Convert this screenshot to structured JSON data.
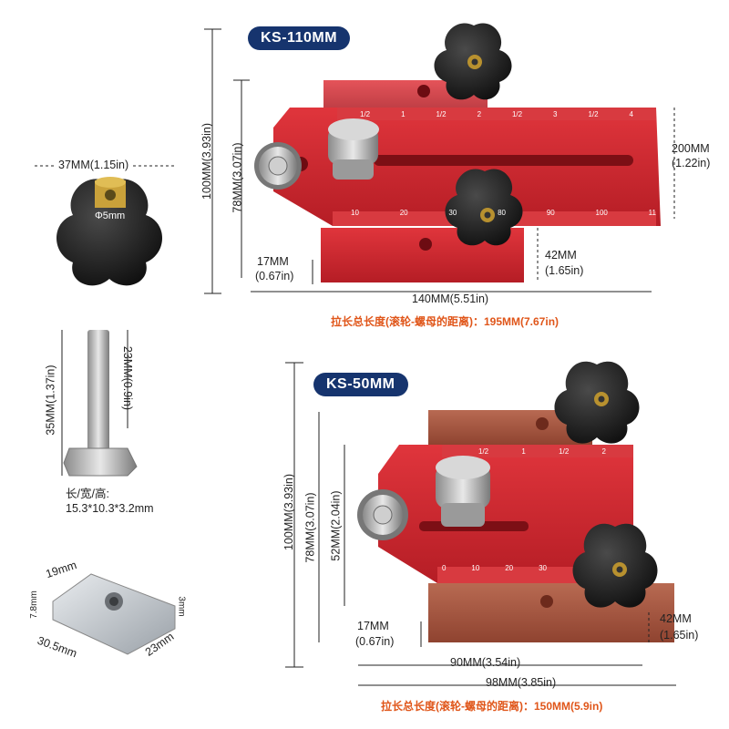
{
  "models": {
    "large": {
      "name": "KS-110MM"
    },
    "small": {
      "name": "KS-50MM"
    }
  },
  "large_dims": {
    "height_total": "100MM(3.93in)",
    "height_slot": "78MM(3.07in)",
    "rail_width": "200MM",
    "rail_width_in": "(1.22in)",
    "foot_height": "17MM",
    "foot_height_in": "(0.67in)",
    "knob_offset": "42MM",
    "knob_offset_in": "(1.65in)",
    "length": "140MM(5.51in)",
    "stretch_note": "拉长总长度(滚轮-螺母的距离)：195MM(7.67in)"
  },
  "small_dims": {
    "height_total": "100MM(3.93in)",
    "height_slot": "78MM(3.07in)",
    "height_inner": "52MM(2.04in)",
    "foot_height": "17MM",
    "foot_height_in": "(0.67in)",
    "knob_offset": "42MM",
    "knob_offset_in": "(1.65in)",
    "length_inner": "90MM(3.54in)",
    "length_total": "98MM(3.85in)",
    "stretch_note": "拉长总长度(滚轮-螺母的距离)：150MM(5.9in)"
  },
  "knob": {
    "width": "37MM(1.15in)",
    "thread": "Φ5mm"
  },
  "bolt": {
    "length": "35MM(1.37in)",
    "thread_length": "23MM(0.9in)",
    "head_label": "长/宽/高:",
    "head_size": "15.3*10.3*3.2mm"
  },
  "slider": {
    "width": "19mm",
    "height_left": "7.8mm",
    "height_right": "3mm",
    "length": "30.5mm",
    "depth": "23mm"
  },
  "rulers": {
    "large_top": [
      "1/2",
      "1",
      "1/2",
      "2",
      "1/2",
      "3",
      "1/2",
      "4"
    ],
    "large_bottom": [
      "10",
      "20",
      "30",
      "80",
      "90",
      "100",
      "11"
    ],
    "small_top": [
      "1/2",
      "1",
      "1/2",
      "2"
    ],
    "small_bottom": [
      "0",
      "10",
      "20",
      "30"
    ]
  },
  "colors": {
    "aluminum_red": "#c8232b",
    "anodized_brown": "#a5503a",
    "badge_blue": "#16346e",
    "note_orange": "#e0561a"
  }
}
